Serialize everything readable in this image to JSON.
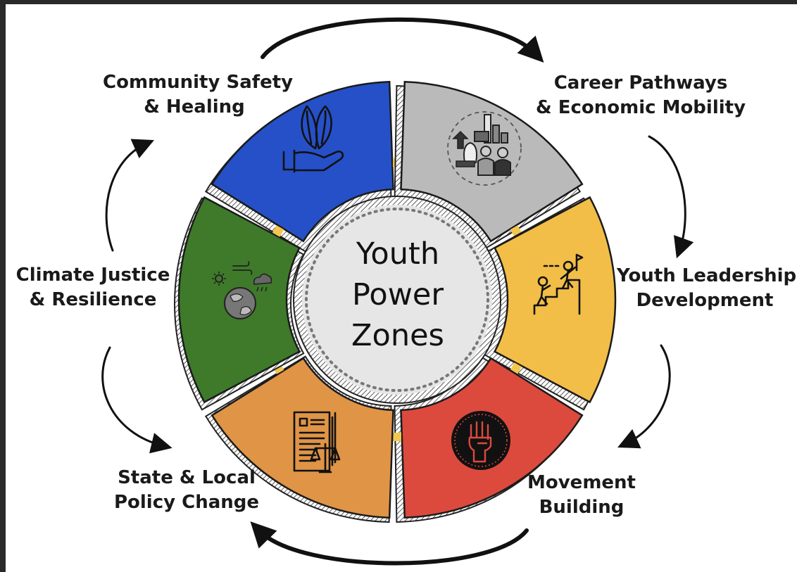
{
  "center": {
    "lines": [
      "Youth",
      "Power",
      "Zones"
    ]
  },
  "segments": [
    {
      "id": "community-safety",
      "lines": [
        "Community Safety",
        "& Healing"
      ],
      "color": "#2650c8",
      "icon": "hand-with-leaves-icon"
    },
    {
      "id": "career-pathways",
      "lines": [
        "Career Pathways",
        "& Economic Mobility"
      ],
      "color": "#bababa",
      "icon": "economic-mobility-icon"
    },
    {
      "id": "youth-leadership",
      "lines": [
        "Youth Leadership",
        "Development"
      ],
      "color": "#f2be48",
      "icon": "climbing-stairs-icon"
    },
    {
      "id": "movement-building",
      "lines": [
        "Movement",
        "Building"
      ],
      "color": "#dc4a3e",
      "icon": "raised-fist-icon"
    },
    {
      "id": "policy-change",
      "lines": [
        "State & Local",
        "Policy Change"
      ],
      "color": "#df9446",
      "icon": "document-scales-icon"
    },
    {
      "id": "climate-justice",
      "lines": [
        "Climate Justice",
        "& Resilience"
      ],
      "color": "#3e7a2a",
      "icon": "earth-weather-icon"
    }
  ]
}
